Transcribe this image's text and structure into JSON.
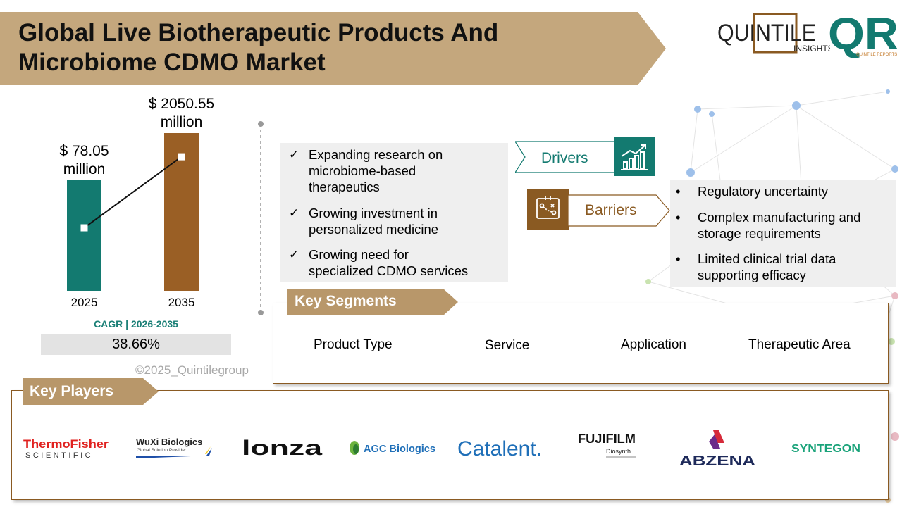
{
  "title": "Global Live Biotherapeutic Products And Microbiome CDMO Market",
  "logos": {
    "quintile_word": "QUINTILE",
    "quintile_sub": "INSIGHTS",
    "qr_word": "QR",
    "qr_sub": "QUINTILE REPORTS"
  },
  "chart_data": {
    "type": "bar",
    "categories": [
      "2025",
      "2035"
    ],
    "values": [
      78.05,
      2050.55
    ],
    "value_labels": [
      [
        "$ 78.05",
        "million"
      ],
      [
        "$ 2050.55",
        "million"
      ]
    ],
    "colors": [
      "#137a70",
      "#9a5f25"
    ],
    "trend_line": true,
    "title": "",
    "xlabel": "",
    "ylabel": ""
  },
  "cagr": {
    "label": "CAGR | 2026-2035",
    "value": "38.66%"
  },
  "copyright": "©2025_Quintilegroup",
  "drivers": {
    "label": "Drivers",
    "items": [
      [
        "Expanding research on",
        "microbiome-based",
        "therapeutics"
      ],
      [
        "Growing investment in",
        "personalized medicine"
      ],
      [
        "Growing need for",
        "specialized CDMO services"
      ]
    ],
    "check": "✓"
  },
  "barriers": {
    "label": "Barriers",
    "items": [
      [
        "Regulatory uncertainty"
      ],
      [
        "Complex manufacturing and",
        "storage requirements"
      ],
      [
        "Limited clinical trial data",
        "supporting efficacy"
      ]
    ],
    "bullet": "•"
  },
  "segments": {
    "label": "Key Segments",
    "items": [
      "Product Type",
      "Service",
      "Application",
      "Therapeutic Area"
    ]
  },
  "players": {
    "label": "Key Players",
    "items": [
      {
        "name": "ThermoFisher",
        "sub": "SCIENTIFIC"
      },
      {
        "name": "WuXi Biologics",
        "sub": "Global Solution Provider"
      },
      {
        "name": "lonza",
        "sub": ""
      },
      {
        "name": "AGC Biologics",
        "sub": ""
      },
      {
        "name": "Catalent.",
        "sub": ""
      },
      {
        "name": "FUJIFILM",
        "sub": "Diosynth"
      },
      {
        "name": "ABZENA",
        "sub": ""
      },
      {
        "name": "SYNTEGON",
        "sub": ""
      }
    ]
  },
  "colors": {
    "banner": "#c4a77d",
    "teal": "#137a70",
    "brown": "#8a5a22",
    "tag_brown": "#b8976a"
  }
}
